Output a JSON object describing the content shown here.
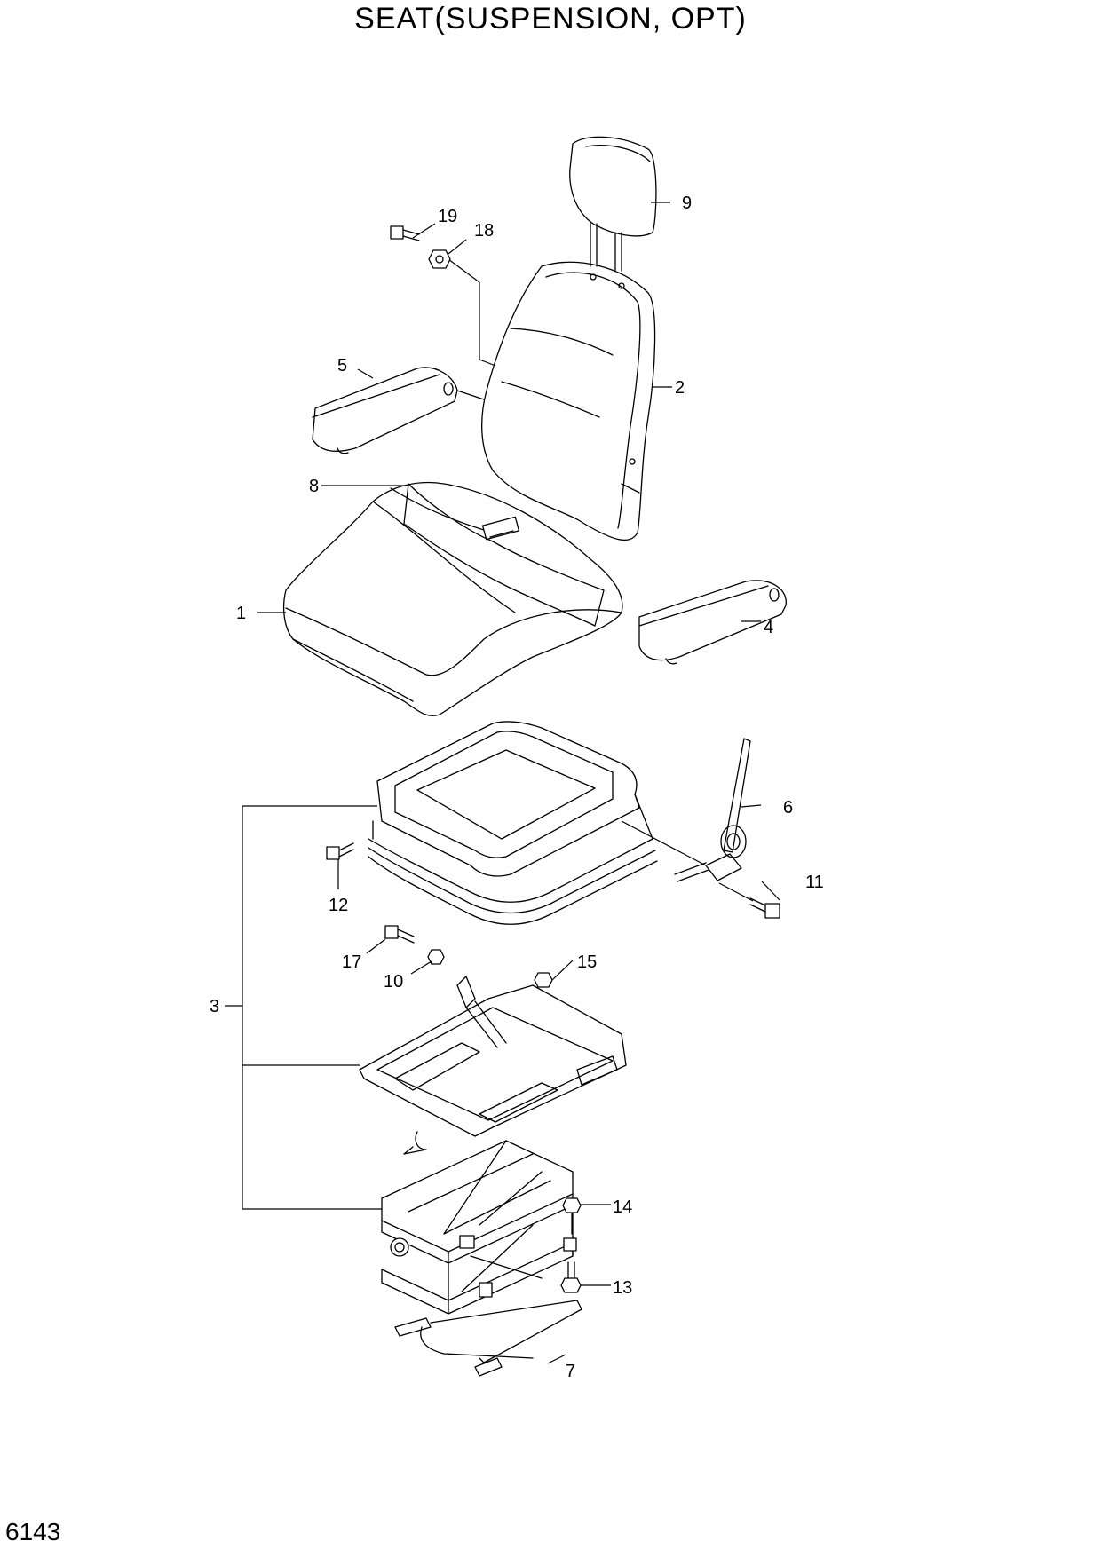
{
  "title": "SEAT(SUSPENSION, OPT)",
  "page_number": "6143",
  "callouts": [
    {
      "key": "c1",
      "label": "1"
    },
    {
      "key": "c2",
      "label": "2"
    },
    {
      "key": "c3",
      "label": "3"
    },
    {
      "key": "c4",
      "label": "4"
    },
    {
      "key": "c5",
      "label": "5"
    },
    {
      "key": "c6",
      "label": "6"
    },
    {
      "key": "c7",
      "label": "7"
    },
    {
      "key": "c8",
      "label": "8"
    },
    {
      "key": "c9",
      "label": "9"
    },
    {
      "key": "c10",
      "label": "10"
    },
    {
      "key": "c11",
      "label": "11"
    },
    {
      "key": "c12",
      "label": "12"
    },
    {
      "key": "c13",
      "label": "13"
    },
    {
      "key": "c14",
      "label": "14"
    },
    {
      "key": "c15",
      "label": "15"
    },
    {
      "key": "c17",
      "label": "17"
    },
    {
      "key": "c18",
      "label": "18"
    },
    {
      "key": "c19",
      "label": "19"
    }
  ]
}
